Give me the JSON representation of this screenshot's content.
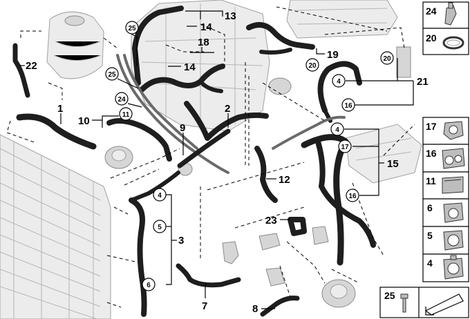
{
  "callouts": {
    "c1": "1",
    "c2": "2",
    "c3": "3",
    "c7": "7",
    "c8": "8",
    "c9": "9",
    "c10": "10",
    "c12": "12",
    "c13": "13",
    "c14a": "14",
    "c14b": "14",
    "c15": "15",
    "c18": "18",
    "c19": "19",
    "c21": "21",
    "c22": "22",
    "c23": "23"
  },
  "circled": {
    "r25a": "25",
    "r25b": "25",
    "r24": "24",
    "r11": "11",
    "r4a": "4",
    "r5": "5",
    "r6": "6",
    "r20a": "20",
    "r20b": "20",
    "r4b": "4",
    "r16a": "16",
    "r4c": "4",
    "r17": "17",
    "r16b": "16"
  },
  "side_panel": {
    "items": [
      {
        "num": "24",
        "icon": "clip-24-icon"
      },
      {
        "num": "20",
        "icon": "hose-clamp-icon"
      },
      {
        "num": "17",
        "icon": "clip-17-icon"
      },
      {
        "num": "16",
        "icon": "clip-16-icon"
      },
      {
        "num": "11",
        "icon": "clip-11-icon"
      },
      {
        "num": "6",
        "icon": "clip-6-icon"
      },
      {
        "num": "5",
        "icon": "clip-5-icon"
      },
      {
        "num": "4",
        "icon": "clip-4-icon"
      }
    ],
    "bottom_num": "25"
  },
  "colors": {
    "hose": "#1e1e1e",
    "part": "#d6d6d6",
    "line": "#000000"
  }
}
